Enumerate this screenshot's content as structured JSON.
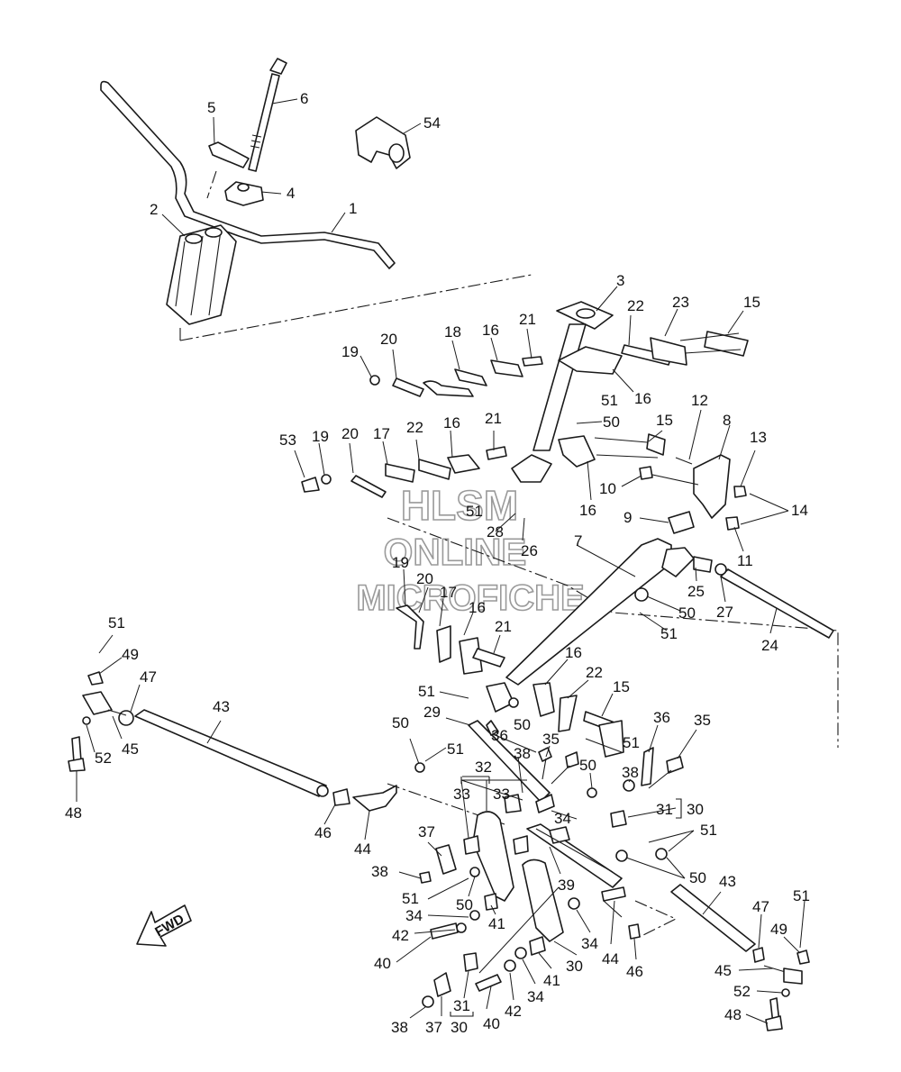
{
  "callouts": [
    {
      "id": "c1",
      "text": "1"
    },
    {
      "id": "c2",
      "text": "2"
    },
    {
      "id": "c3",
      "text": "3"
    },
    {
      "id": "c4",
      "text": "4"
    },
    {
      "id": "c5",
      "text": "5"
    },
    {
      "id": "c6",
      "text": "6"
    },
    {
      "id": "c7",
      "text": "7"
    },
    {
      "id": "c8",
      "text": "8"
    },
    {
      "id": "c9",
      "text": "9"
    },
    {
      "id": "c10",
      "text": "10"
    },
    {
      "id": "c11",
      "text": "11"
    },
    {
      "id": "c12",
      "text": "12"
    },
    {
      "id": "c13",
      "text": "13"
    },
    {
      "id": "c14",
      "text": "14"
    },
    {
      "id": "c15a",
      "text": "15"
    },
    {
      "id": "c15b",
      "text": "15"
    },
    {
      "id": "c15c",
      "text": "15"
    },
    {
      "id": "c16a",
      "text": "16"
    },
    {
      "id": "c16b",
      "text": "16"
    },
    {
      "id": "c16c",
      "text": "16"
    },
    {
      "id": "c16d",
      "text": "16"
    },
    {
      "id": "c16e",
      "text": "16"
    },
    {
      "id": "c16f",
      "text": "16"
    },
    {
      "id": "c17a",
      "text": "17"
    },
    {
      "id": "c17b",
      "text": "17"
    },
    {
      "id": "c18",
      "text": "18"
    },
    {
      "id": "c19a",
      "text": "19"
    },
    {
      "id": "c19b",
      "text": "19"
    },
    {
      "id": "c19c",
      "text": "19"
    },
    {
      "id": "c20a",
      "text": "20"
    },
    {
      "id": "c20b",
      "text": "20"
    },
    {
      "id": "c20c",
      "text": "20"
    },
    {
      "id": "c21a",
      "text": "21"
    },
    {
      "id": "c21b",
      "text": "21"
    },
    {
      "id": "c21c",
      "text": "21"
    },
    {
      "id": "c22a",
      "text": "22"
    },
    {
      "id": "c22b",
      "text": "22"
    },
    {
      "id": "c22c",
      "text": "22"
    },
    {
      "id": "c23",
      "text": "23"
    },
    {
      "id": "c24",
      "text": "24"
    },
    {
      "id": "c25",
      "text": "25"
    },
    {
      "id": "c26",
      "text": "26"
    },
    {
      "id": "c27",
      "text": "27"
    },
    {
      "id": "c28",
      "text": "28"
    },
    {
      "id": "c29",
      "text": "29"
    },
    {
      "id": "c30a",
      "text": "30"
    },
    {
      "id": "c30b",
      "text": "30"
    },
    {
      "id": "c30c",
      "text": "30"
    },
    {
      "id": "c31a",
      "text": "31"
    },
    {
      "id": "c31b",
      "text": "31"
    },
    {
      "id": "c32",
      "text": "32"
    },
    {
      "id": "c33a",
      "text": "33"
    },
    {
      "id": "c33b",
      "text": "33"
    },
    {
      "id": "c34a",
      "text": "34"
    },
    {
      "id": "c34b",
      "text": "34"
    },
    {
      "id": "c34c",
      "text": "34"
    },
    {
      "id": "c34d",
      "text": "34"
    },
    {
      "id": "c35a",
      "text": "35"
    },
    {
      "id": "c35b",
      "text": "35"
    },
    {
      "id": "c36a",
      "text": "36"
    },
    {
      "id": "c36b",
      "text": "36"
    },
    {
      "id": "c37a",
      "text": "37"
    },
    {
      "id": "c37b",
      "text": "37"
    },
    {
      "id": "c38a",
      "text": "38"
    },
    {
      "id": "c38b",
      "text": "38"
    },
    {
      "id": "c38c",
      "text": "38"
    },
    {
      "id": "c38d",
      "text": "38"
    },
    {
      "id": "c39",
      "text": "39"
    },
    {
      "id": "c40a",
      "text": "40"
    },
    {
      "id": "c40b",
      "text": "40"
    },
    {
      "id": "c41a",
      "text": "41"
    },
    {
      "id": "c41b",
      "text": "41"
    },
    {
      "id": "c42a",
      "text": "42"
    },
    {
      "id": "c42b",
      "text": "42"
    },
    {
      "id": "c43a",
      "text": "43"
    },
    {
      "id": "c43b",
      "text": "43"
    },
    {
      "id": "c44a",
      "text": "44"
    },
    {
      "id": "c44b",
      "text": "44"
    },
    {
      "id": "c45a",
      "text": "45"
    },
    {
      "id": "c45b",
      "text": "45"
    },
    {
      "id": "c46a",
      "text": "46"
    },
    {
      "id": "c46b",
      "text": "46"
    },
    {
      "id": "c47a",
      "text": "47"
    },
    {
      "id": "c47b",
      "text": "47"
    },
    {
      "id": "c48a",
      "text": "48"
    },
    {
      "id": "c48b",
      "text": "48"
    },
    {
      "id": "c49a",
      "text": "49"
    },
    {
      "id": "c49b",
      "text": "49"
    },
    {
      "id": "c50a",
      "text": "50"
    },
    {
      "id": "c50b",
      "text": "50"
    },
    {
      "id": "c50c",
      "text": "50"
    },
    {
      "id": "c50d",
      "text": "50"
    },
    {
      "id": "c50e",
      "text": "50"
    },
    {
      "id": "c50f",
      "text": "50"
    },
    {
      "id": "c50g",
      "text": "50"
    },
    {
      "id": "c51a",
      "text": "51"
    },
    {
      "id": "c51b",
      "text": "51"
    },
    {
      "id": "c51c",
      "text": "51"
    },
    {
      "id": "c51d",
      "text": "51"
    },
    {
      "id": "c51e",
      "text": "51"
    },
    {
      "id": "c51f",
      "text": "51"
    },
    {
      "id": "c51g",
      "text": "51"
    },
    {
      "id": "c51h",
      "text": "51"
    },
    {
      "id": "c51i",
      "text": "51"
    },
    {
      "id": "c51j",
      "text": "51"
    },
    {
      "id": "c52a",
      "text": "52"
    },
    {
      "id": "c52b",
      "text": "52"
    },
    {
      "id": "c53",
      "text": "53"
    },
    {
      "id": "c54",
      "text": "54"
    }
  ],
  "watermark": {
    "line1": "HLSM",
    "line2": "ONLINE",
    "line3": "MICROFICHE"
  },
  "fwd_label": "FWD"
}
